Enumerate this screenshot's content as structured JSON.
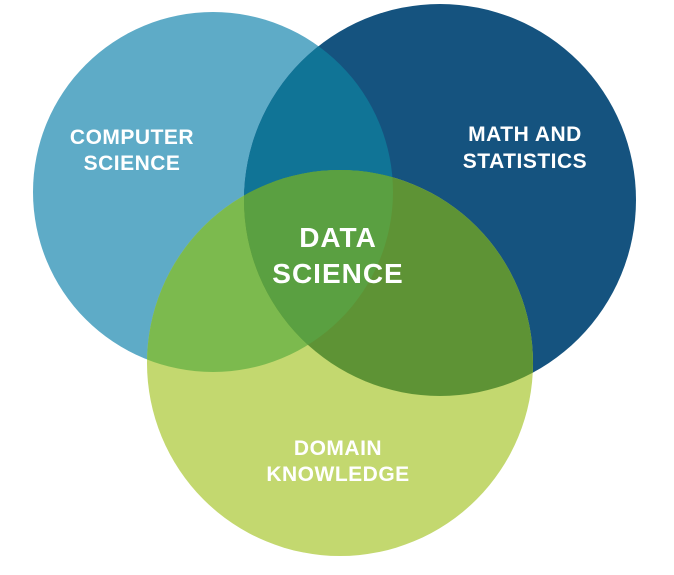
{
  "venn": {
    "background": "#FFFFFF",
    "text_color": "#FFFFFF",
    "sets": [
      {
        "id": "computer-science",
        "label_line1": "COMPUTER",
        "label_line2": "SCIENCE",
        "color": "#5EABC7"
      },
      {
        "id": "math-statistics",
        "label_line1": "MATH AND",
        "label_line2": "STATISTICS",
        "color": "#15537F"
      },
      {
        "id": "domain-knowledge",
        "label_line1": "DOMAIN",
        "label_line2": "KNOWLEDGE",
        "color": "#C3D86F"
      }
    ],
    "overlaps": {
      "cs_math_color": "#107496",
      "cs_domain_color": "#7CBA4E",
      "math_domain_color": "#5E9335",
      "center_color": "#5AA041"
    },
    "intersection_label": {
      "line1": "DATA",
      "line2": "SCIENCE"
    }
  }
}
